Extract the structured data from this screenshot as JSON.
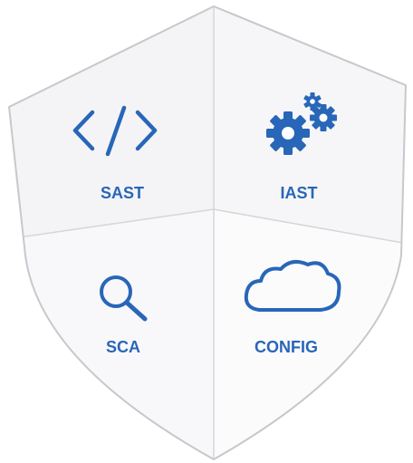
{
  "quadrants": [
    {
      "label": "SAST",
      "icon": "code-icon"
    },
    {
      "label": "IAST",
      "icon": "gears-icon"
    },
    {
      "label": "SCA",
      "icon": "magnifier-icon"
    },
    {
      "label": "CONFIG",
      "icon": "cloud-icon"
    }
  ],
  "colors": {
    "accent": "#2866b8",
    "accent_dark": "#1d4f99",
    "outline": "#c8c8cc",
    "fill_upper_left": "#f4f4f6",
    "fill_upper_right": "#f6f6f8",
    "fill_lower_left": "#f8f8fa",
    "fill_lower_right": "#fbfbfc"
  }
}
